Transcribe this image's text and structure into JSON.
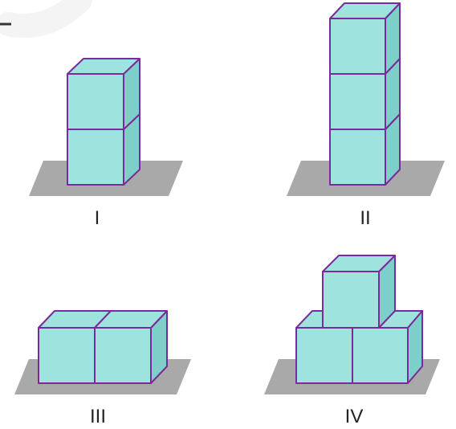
{
  "figures": [
    {
      "id": "I",
      "label": "I"
    },
    {
      "id": "II",
      "label": "II"
    },
    {
      "id": "III",
      "label": "III"
    },
    {
      "id": "IV",
      "label": "IV"
    }
  ],
  "colors": {
    "cube_face": "#9ee3de",
    "cube_side": "#7ecfca",
    "cube_edge": "#7a2a9a",
    "ground_shadow": "#a9a9a9"
  }
}
